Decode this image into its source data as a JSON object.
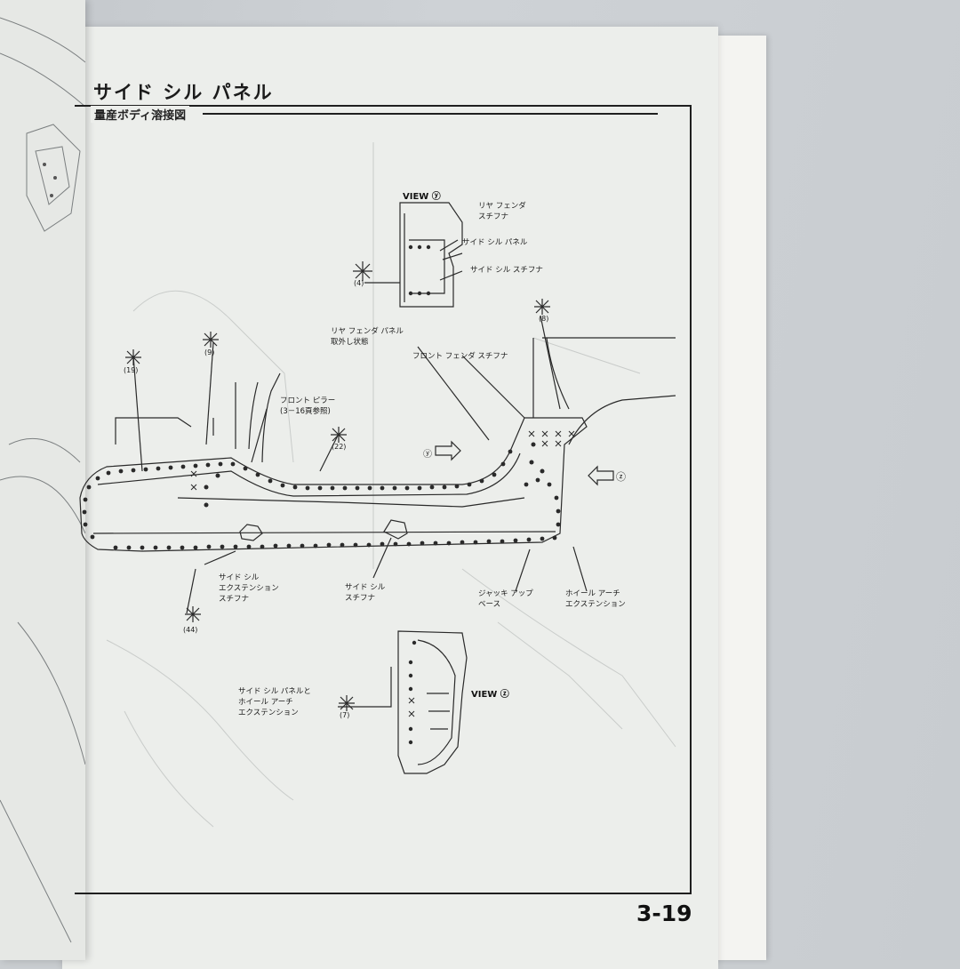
{
  "page": {
    "title": "サイド シル パネル",
    "subtitle": "量産ボディ溶接図",
    "page_number": "3-19"
  },
  "views": {
    "view_y": "VIEW ⓨ",
    "view_z": "VIEW ⓩ"
  },
  "labels": {
    "rear_fender_stiffener": "リヤ フェンダ\nスチフナ",
    "side_sill_panel": "サイド シル パネル",
    "side_sill_stiffener": "サイド シル スチフナ",
    "rear_fender_panel_removal": "リヤ フェンダ パネル\n取外し状態",
    "front_fender_stiffener": "フロント フェンダ スチフナ",
    "front_pillar": "フロント ピラー\n(3－16頁参照)",
    "side_sill_extension_stiffener": "サイド シル\nエクステンション\nスチフナ",
    "side_sill_stiffener_bottom": "サイド シル\nスチフナ",
    "jack_up_base": "ジャッキ アップ\nベース",
    "wheel_arch_extension": "ホイール アーチ\nエクステンション",
    "panel_and_extension": "サイド シル パネルと\nホイール アーチ\nエクステンション"
  },
  "refs": {
    "r4": "(4)",
    "r8": "(8)",
    "r9": "(9)",
    "r19": "(19)",
    "r22": "(22)",
    "r44": "(44)",
    "r7": "(7)"
  },
  "markers": {
    "y_arrow": "ⓨ",
    "z_arrow": "ⓩ"
  }
}
